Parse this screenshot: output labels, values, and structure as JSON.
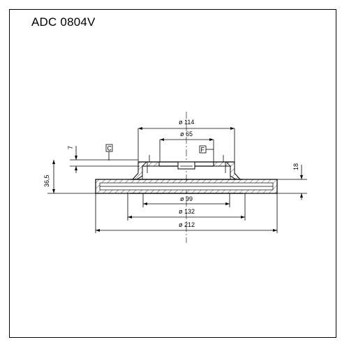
{
  "part_number": "ADC 0804V",
  "dimensions": {
    "d114": "ø 114",
    "d65": "ø 65",
    "d99": "ø 99",
    "d132": "ø 132",
    "d212": "ø 212",
    "h7": "7",
    "h36_5": "36,5",
    "h18": "18"
  },
  "datum_labels": {
    "c": "C",
    "f": "F"
  }
}
